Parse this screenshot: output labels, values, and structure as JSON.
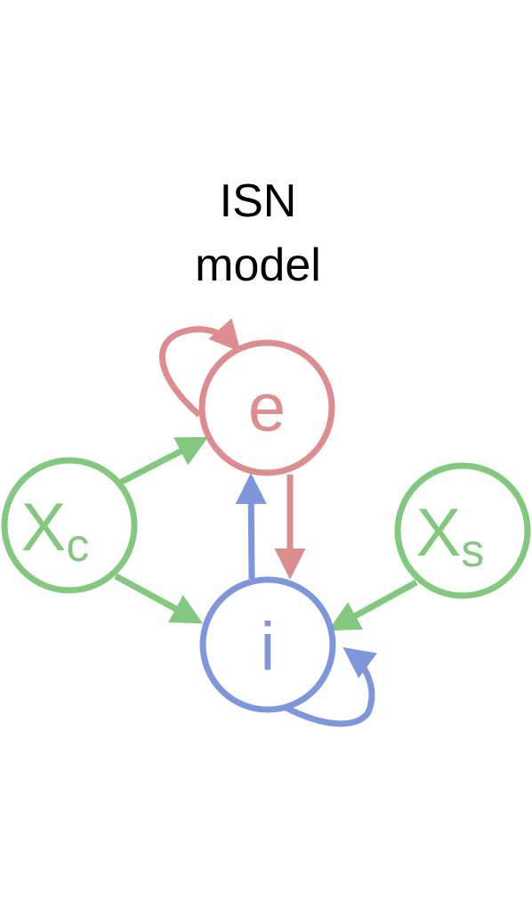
{
  "title": {
    "line1": "ISN",
    "line2": "model"
  },
  "nodes": {
    "e": {
      "label": "e",
      "color": "#dd8c8f"
    },
    "i": {
      "label": "i",
      "color": "#7f96dc"
    },
    "xc": {
      "label": "X",
      "subscript": "c",
      "color": "#82c97f"
    },
    "xs": {
      "label": "X",
      "subscript": "s",
      "color": "#82c97f"
    }
  },
  "edges": [
    {
      "from": "xc",
      "to": "e"
    },
    {
      "from": "xc",
      "to": "i"
    },
    {
      "from": "xs",
      "to": "i"
    },
    {
      "from": "e",
      "to": "i"
    },
    {
      "from": "i",
      "to": "e"
    },
    {
      "from": "e",
      "to": "e"
    },
    {
      "from": "i",
      "to": "i"
    }
  ]
}
